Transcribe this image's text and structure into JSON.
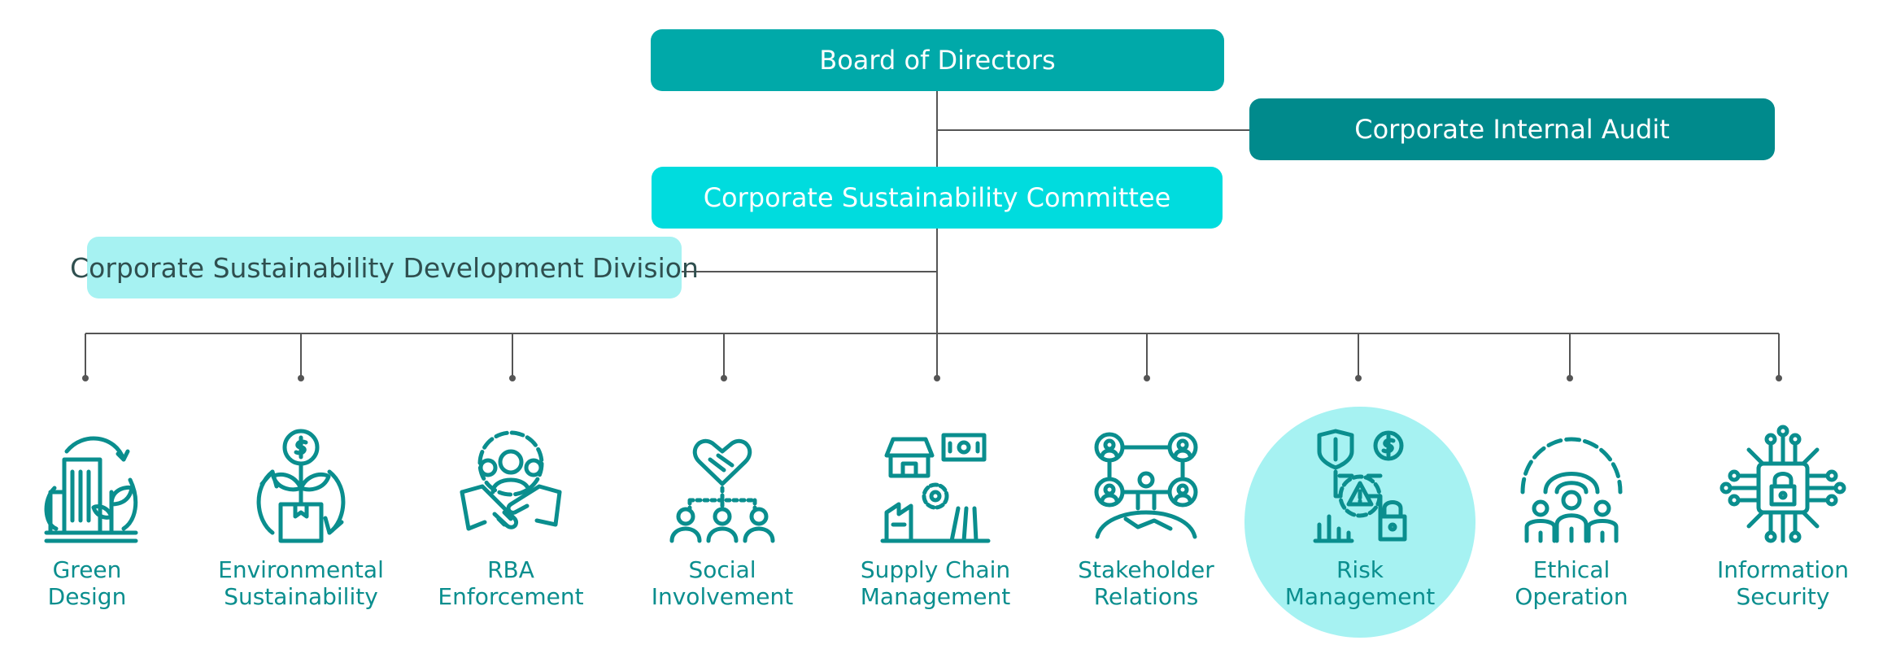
{
  "boxes": {
    "board": "Board of Directors",
    "audit": "Corporate Internal Audit",
    "committee": "Corporate Sustainability Committee",
    "division": "Corporate Sustainability Development Division"
  },
  "colors": {
    "teal": "#00A9A9",
    "dark_teal": "#008A8C",
    "cyan": "#00DCDE",
    "light_cyan": "#A6F2F2",
    "icon_teal": "#0A8E8E",
    "line": "#555555"
  },
  "items": [
    {
      "line1": "Green",
      "line2": "Design",
      "icon": "green-building-icon"
    },
    {
      "line1": "Environmental",
      "line2": "Sustainability",
      "icon": "plant-recycle-icon"
    },
    {
      "line1": "RBA",
      "line2": "Enforcement",
      "icon": "handshake-gear-icon"
    },
    {
      "line1": "Social",
      "line2": "Involvement",
      "icon": "heart-handshake-people-icon"
    },
    {
      "line1": "Supply Chain",
      "line2": "Management",
      "icon": "supply-chain-icon"
    },
    {
      "line1": "Stakeholder",
      "line2": "Relations",
      "icon": "stakeholder-network-icon"
    },
    {
      "line1": "Risk",
      "line2": "Management",
      "icon": "risk-shield-icon",
      "highlighted": true
    },
    {
      "line1": "Ethical",
      "line2": "Operation",
      "icon": "ethics-gear-people-icon"
    },
    {
      "line1": "Information",
      "line2": "Security",
      "icon": "circuit-lock-icon"
    }
  ]
}
